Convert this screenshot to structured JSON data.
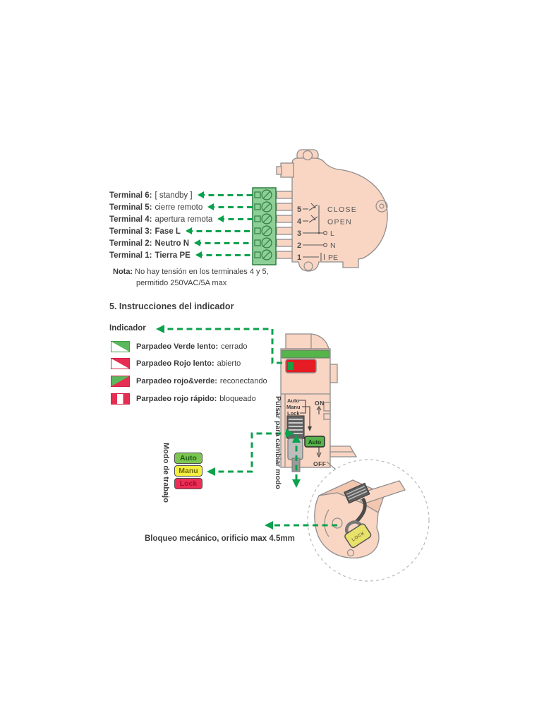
{
  "colors": {
    "arrow_green": "#0aa24d",
    "band_green": "#55b44a",
    "terminal_green": "#8ecf96",
    "terminal_border": "#2e7d42",
    "indicator_red": "#e51c24",
    "salmon": "#f9d5c3",
    "salmon_dark": "#f3c6b0",
    "outline_gray": "#8e8e8e",
    "flag_green": "#5cb85c",
    "flag_red": "#e62e53",
    "badge_auto": "#7cc551",
    "badge_manu": "#f4ee3e",
    "badge_lock": "#ee2d55"
  },
  "terminals": {
    "rows": [
      {
        "pre": "Terminal 6:",
        "post": "[ standby ]"
      },
      {
        "pre": "Terminal 5:",
        "post": "cierre remoto"
      },
      {
        "pre": "Terminal 4:",
        "post": "apertura remota"
      },
      {
        "pre": "Terminal 3:",
        "post": "Fase L"
      },
      {
        "pre": "Terminal 2:",
        "post": "Neutro N"
      },
      {
        "pre": "Terminal 1:",
        "post": "Tierra PE"
      }
    ],
    "note": {
      "bold": "Nota:",
      "line1": "No hay tensión en los terminales 4 y 5,",
      "line2": "permitido 250VAC/5A max"
    }
  },
  "device1": {
    "rows": [
      {
        "n": "5",
        "label": "CLOSE"
      },
      {
        "n": "4",
        "label": "OPEN"
      },
      {
        "n": "3",
        "label": "L"
      },
      {
        "n": "2",
        "label": "N"
      },
      {
        "n": "1",
        "label": "PE"
      }
    ]
  },
  "section5": {
    "title": "5. Instrucciones del indicador",
    "indicator_label": "Indicador",
    "legend": [
      {
        "bold": "Parpadeo Verde lento:",
        "rest": "cerrado"
      },
      {
        "bold": "Parpadeo Rojo lento:",
        "rest": "abierto"
      },
      {
        "bold": "Parpadeo rojo&verde:",
        "rest": "reconectando"
      },
      {
        "bold": "Parpadeo rojo rápido:",
        "rest": "bloqueado"
      }
    ]
  },
  "device2": {
    "mode_labels": [
      "Auto",
      "Manu",
      "Lock"
    ],
    "on_label": "ON",
    "off_label": "OFF",
    "selected_mode": "Auto"
  },
  "work_mode": {
    "title": "Modo de trabajo",
    "press_label": "Pulsar para cambiar modo",
    "badges": [
      "Auto",
      "Manu",
      "Lock"
    ]
  },
  "lock_detail": {
    "caption": "Bloqueo mecánico, orificio max 4.5mm",
    "padlock_label": "LOCK"
  }
}
